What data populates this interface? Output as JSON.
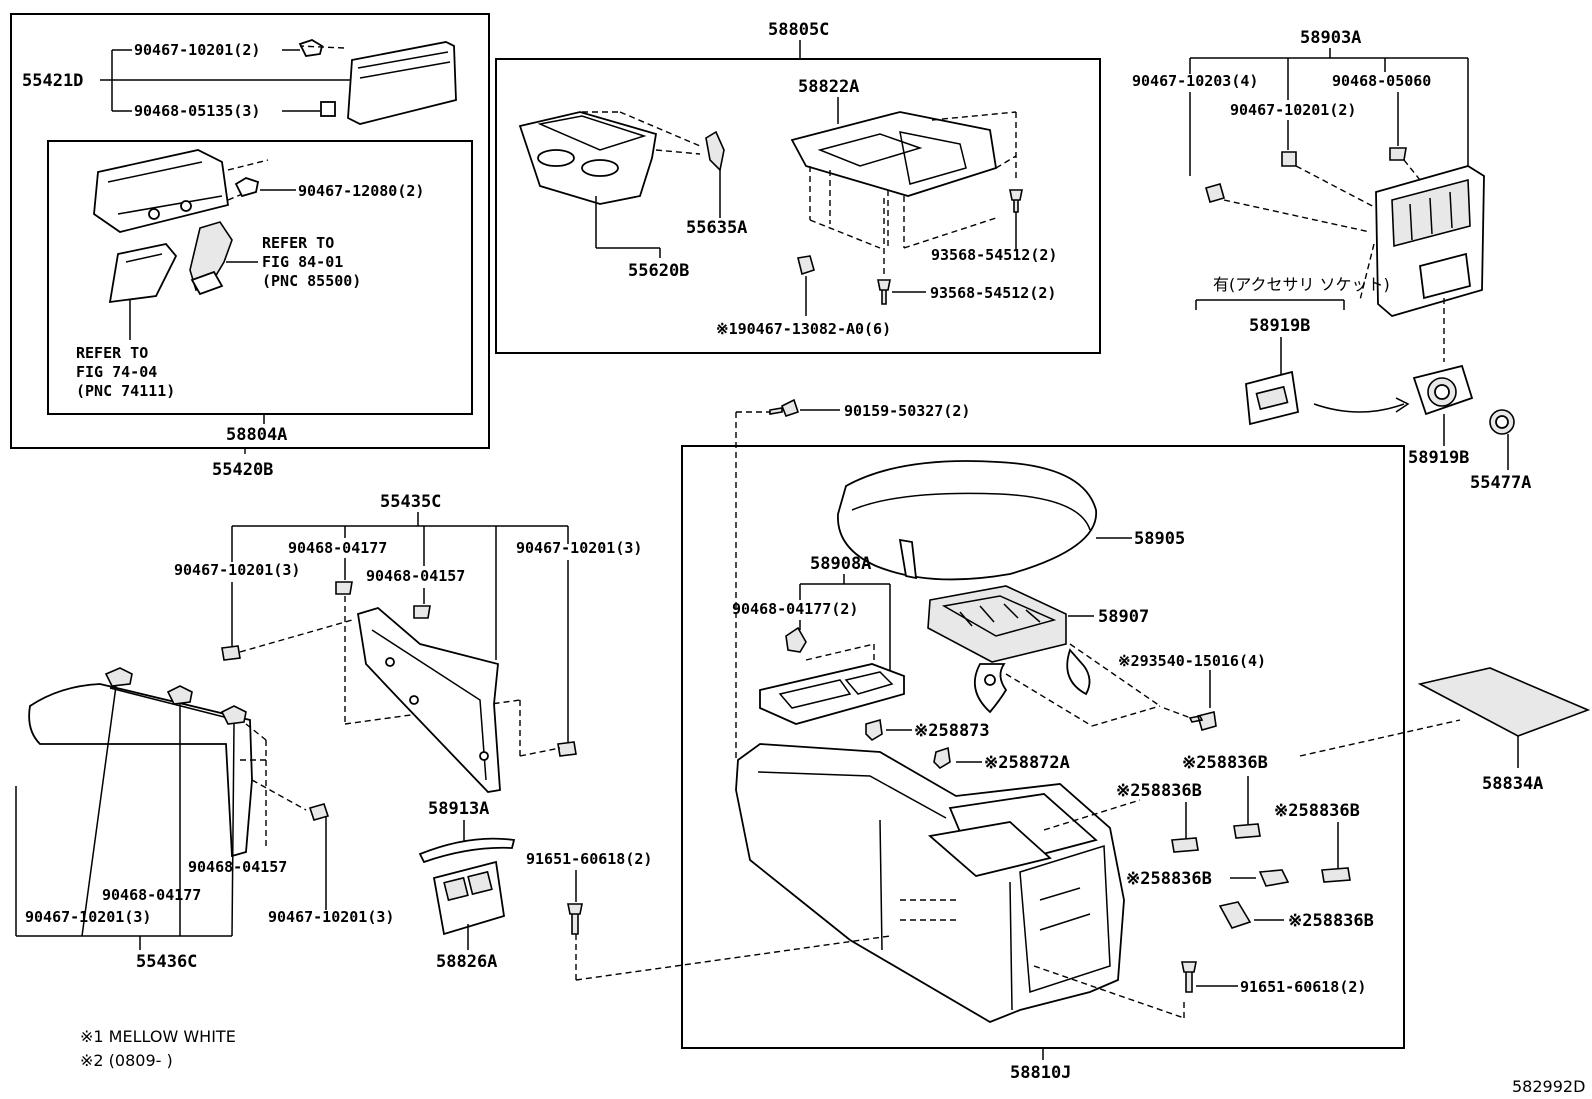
{
  "labels": {
    "p55421D": "55421D",
    "p90467_10201_2a": "90467-10201(2)",
    "p90468_05135": "90468-05135(3)",
    "p90467_12080": "90467-12080(2)",
    "refer84_1": "REFER TO",
    "refer84_2": "FIG 84-01",
    "refer84_3": "(PNC 85500)",
    "refer74_1": "REFER TO",
    "refer74_2": "FIG 74-04",
    "refer74_3": "(PNC 74111)",
    "p58804A": "58804A",
    "p55420B": "55420B",
    "p58805C": "58805C",
    "p58822A": "58822A",
    "p55635A": "55635A",
    "p55620B": "55620B",
    "p93568_a": "93568-54512(2)",
    "p93568_b": "93568-54512(2)",
    "p90467_13082": "※190467-13082-A0(6)",
    "p58903A": "58903A",
    "p90467_10203": "90467-10203(4)",
    "p90468_05060": "90468-05060",
    "p90467_10201_2b": "90467-10201(2)",
    "accessory": "有(アクセサリ ソケット)",
    "p58919B_a": "58919B",
    "p58919B_b": "58919B",
    "p55477A": "55477A",
    "p90159": "90159-50327(2)",
    "p55435C": "55435C",
    "p90468_04177_a": "90468-04177",
    "p90467_10201_3a": "90467-10201(3)",
    "p90468_04157_a": "90468-04157",
    "p90467_10201_3b": "90467-10201(3)",
    "p90468_04157_b": "90468-04157",
    "p90468_04177_b": "90468-04177",
    "p90467_10201_3c": "90467-10201(3)",
    "p90467_10201_3d": "90467-10201(3)",
    "p55436C": "55436C",
    "p58905": "58905",
    "p58908A": "58908A",
    "p90468_04177_2": "90468-04177(2)",
    "p58907": "58907",
    "p93540": "※293540-15016(4)",
    "p58873": "※258873",
    "p58872A": "※258872A",
    "p58836B_a": "※258836B",
    "p58836B_b": "※258836B",
    "p58836B_c": "※258836B",
    "p58836B_d": "※258836B",
    "p58836B_e": "※258836B",
    "p58834A": "58834A",
    "p58913A": "58913A",
    "p91651_a": "91651-60618(2)",
    "p91651_b": "91651-60618(2)",
    "p58826A": "58826A",
    "p58810J": "58810J",
    "note1": "※1 MELLOW WHITE",
    "note2": "※2 (0809-     )",
    "figure_id": "582992D"
  }
}
